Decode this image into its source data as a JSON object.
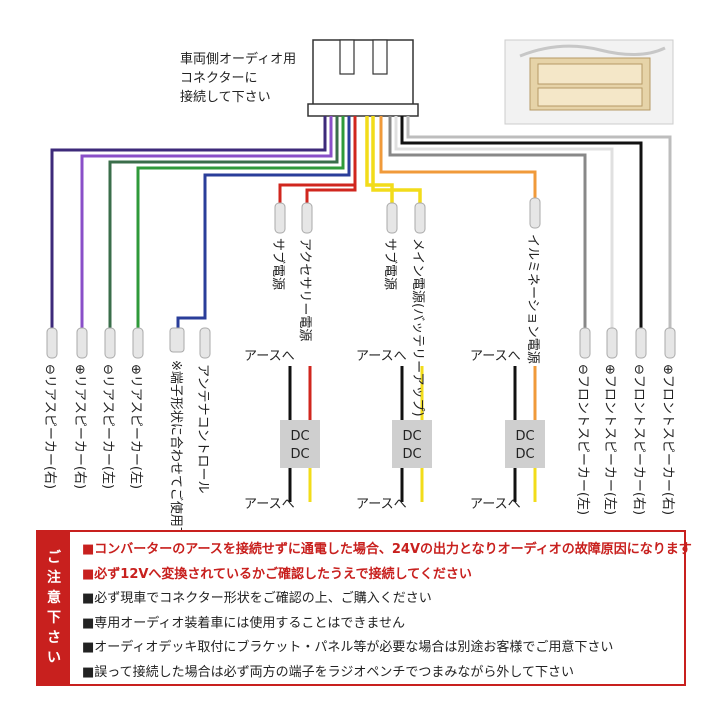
{
  "connector_label": [
    "車両側オーディオ用",
    "コネクターに",
    "接続して下さい"
  ],
  "dc_label": "DC",
  "ground_label": "アースへ",
  "wire_labels": {
    "rear_minus_1": "⊖リアスピーカー(右)",
    "rear_plus_1": "⊕リアスピーカー(右)",
    "rear_minus_2": "⊖リアスピーカー(左)",
    "rear_plus_2": "⊕リアスピーカー(左)",
    "antenna_note": "※端子形状に合わせてご使用下さい",
    "antenna": "アンテナコントロール",
    "sub_power_1": "サブ電源",
    "accessory": "アクセサリー電源",
    "sub_power_2": "サブ電源",
    "main_power": "メイン電源(バッテリーアップ)",
    "illumination": "イルミネーション電源",
    "front_minus_1": "⊖フロントスピーカー(左)",
    "front_plus_1": "⊕フロントスピーカー(左)",
    "front_minus_2": "⊖フロントスピーカー(右)",
    "front_plus_2": "⊕フロントスピーカー(右)"
  },
  "colors": {
    "purple_dark": "#3d2a7a",
    "purple": "#8a4fc8",
    "green_dark": "#3a6e4a",
    "green": "#2f9a3a",
    "blue": "#2a3e9a",
    "red": "#d0261e",
    "yellow": "#f2dc1a",
    "orange": "#f09a3a",
    "gray": "#888888",
    "white": "#e8e8e8",
    "black": "#111111",
    "note_red": "#c8201e"
  },
  "notes": {
    "side_title": [
      "ご",
      "注",
      "意",
      "下",
      "さ",
      "い"
    ],
    "lines": [
      {
        "text": "■コンバーターのアースを接続せずに通電した場合、24Vの出力となりオーディオの故障原因になります",
        "style": "red"
      },
      {
        "text": "■必ず12Vへ変換されているかご確認したうえで接続してください",
        "style": "red"
      },
      {
        "text": "■必ず現車でコネクター形状をご確認の上、ご購入ください",
        "style": "normal"
      },
      {
        "text": "■専用オーディオ装着車には使用することはできません",
        "style": "normal"
      },
      {
        "text": "■オーディオデッキ取付にブラケット・パネル等が必要な場合は別途お客様でご用意下さい",
        "style": "normal"
      },
      {
        "text": "■誤って接続した場合は必ず両方の端子をラジオペンチでつまみながら外して下さい",
        "style": "normal"
      }
    ]
  }
}
